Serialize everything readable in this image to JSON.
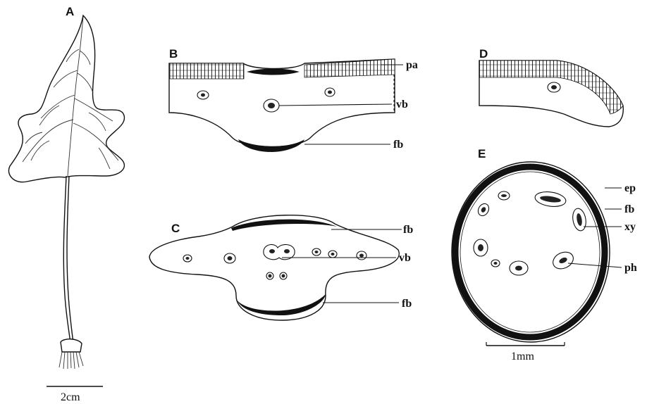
{
  "panels": {
    "a": {
      "letter": "A",
      "scale": "2cm"
    },
    "b": {
      "letter": "B",
      "labels": {
        "pa": "pa",
        "vb": "vb",
        "fb": "fb"
      }
    },
    "c": {
      "letter": "C",
      "labels": {
        "fb_top": "fb",
        "vb": "vb",
        "fb_bottom": "fb"
      }
    },
    "d": {
      "letter": "D"
    },
    "e": {
      "letter": "E",
      "labels": {
        "ep": "ep",
        "fb": "fb",
        "xy": "xy",
        "ph": "ph"
      },
      "scale": "1mm"
    }
  },
  "colors": {
    "ink": "#111111",
    "paper": "#ffffff"
  }
}
